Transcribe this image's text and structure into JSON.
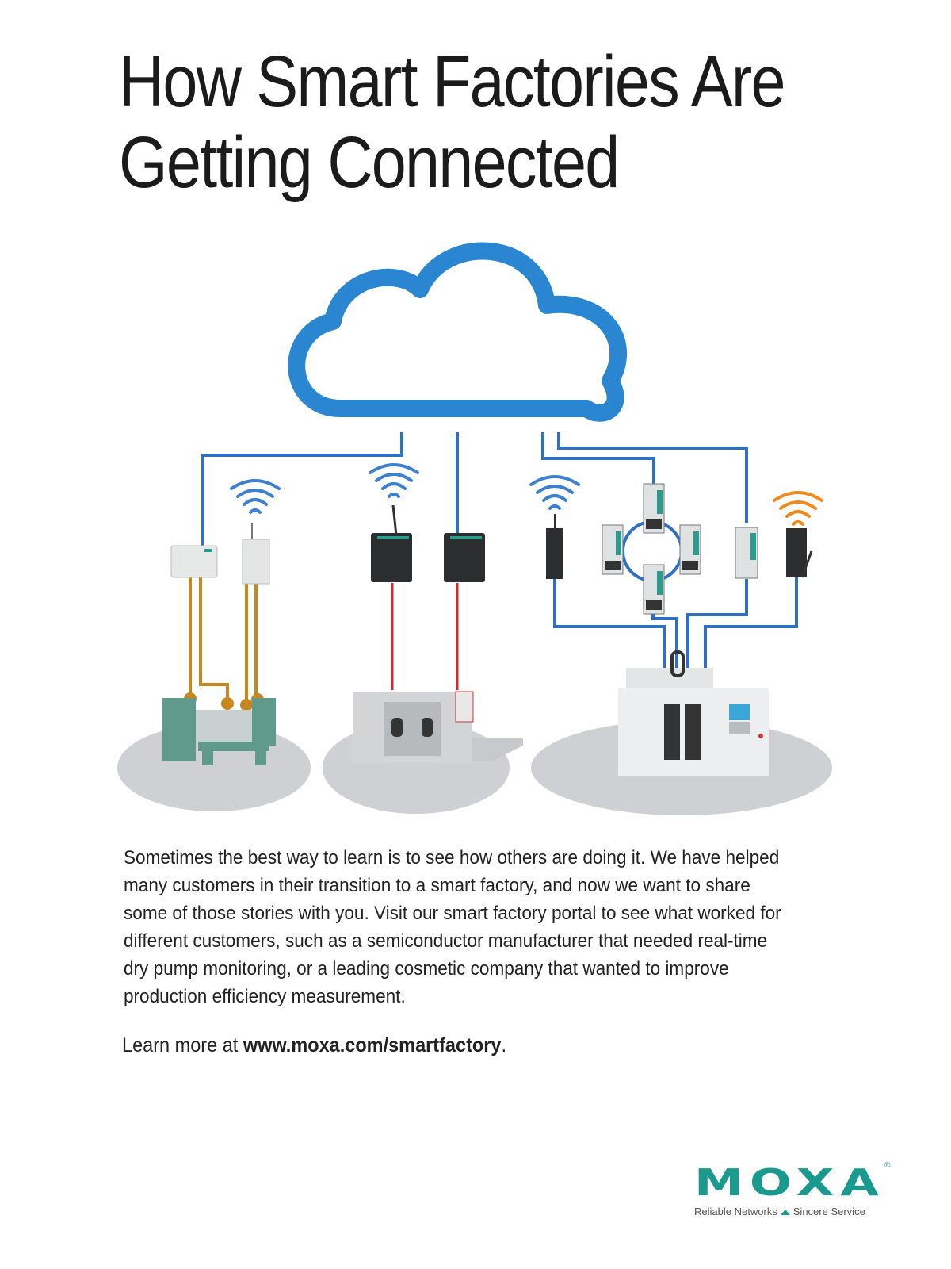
{
  "title": {
    "line1": "How Smart Factories Are",
    "line2": "Getting Connected"
  },
  "body": "Sometimes the best way to learn is to see how others are doing it. We have helped many customers in their transition to a smart factory, and now we want to share some of those stories with you. Visit our smart factory portal to see what worked for different customers, such as a semiconductor manufacturer that needed real-time dry pump monitoring, or a leading cosmetic company that wanted to improve production efficiency measurement.",
  "learn_more": {
    "prefix": "Learn more at ",
    "url": "www.moxa.com/smartfactory",
    "suffix": "."
  },
  "logo": {
    "word": "MOXA",
    "tagline_left": "Reliable Networks",
    "tagline_right": "Sincere Service"
  },
  "colors": {
    "cloud": "#2b86d1",
    "network": "#2f6fc4",
    "serial": "#d32a2a",
    "io": "#c7861e",
    "brand": "#1a9a8e",
    "wifi_alt": "#f08a1c"
  }
}
